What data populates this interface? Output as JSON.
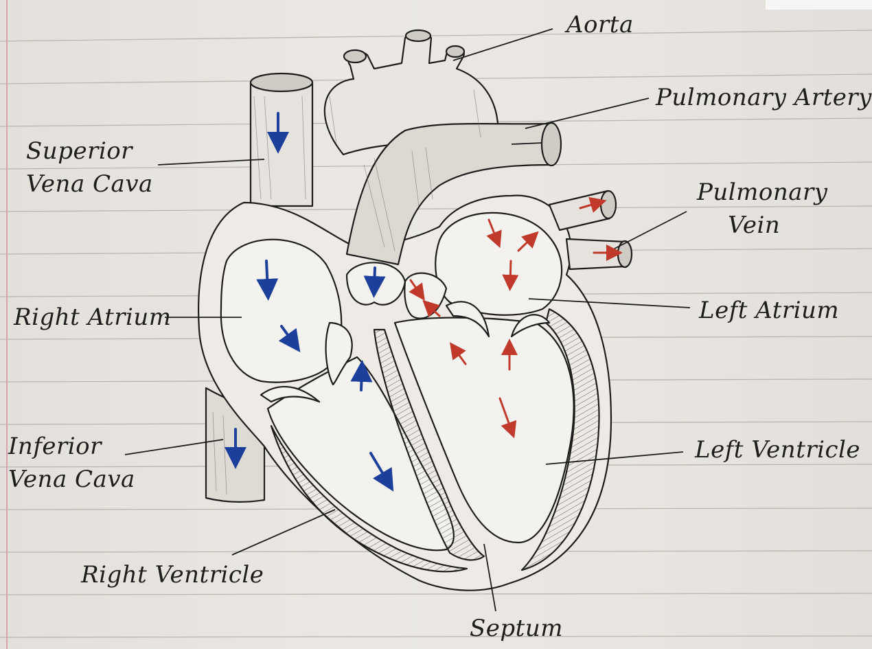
{
  "labels": {
    "aorta": "Aorta",
    "pulmonary_artery": "Pulmonary Artery",
    "superior_vena_cava_1": "Superior",
    "superior_vena_cava_2": "Vena Cava",
    "pulmonary_vein_1": "Pulmonary",
    "pulmonary_vein_2": "Vein",
    "right_atrium": "Right Atrium",
    "left_atrium": "Left Atrium",
    "inferior_vena_cava_1": "Inferior",
    "inferior_vena_cava_2": "Vena Cava",
    "left_ventricle": "Left Ventricle",
    "right_ventricle": "Right Ventricle",
    "septum": "Septum"
  },
  "colors": {
    "ink": "#1d1d1d",
    "deoxygenated_arrow": "#1c3f9c",
    "oxygenated_arrow": "#c0392b",
    "ruled_line": "#b9b6b0",
    "margin_line": "#d8a3ad"
  }
}
